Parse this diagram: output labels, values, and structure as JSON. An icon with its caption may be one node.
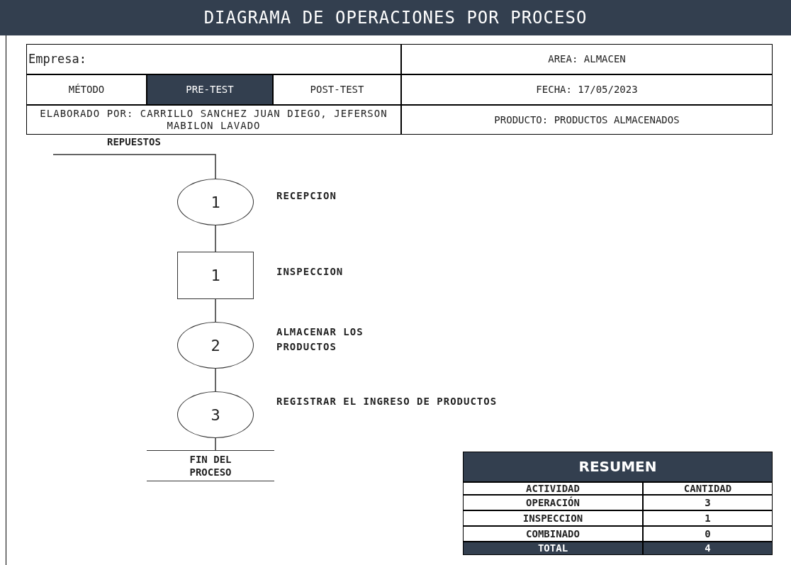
{
  "diagram": {
    "title": "DIAGRAMA DE OPERACIONES POR PROCESO",
    "nodes": [
      {
        "text": [
          "REPUESTOS"
        ]
      },
      {
        "text": [
          "1"
        ],
        "beside": [
          "RECEPCION"
        ]
      },
      {
        "text": [
          "1"
        ],
        "beside": [
          "INSPECCION"
        ]
      },
      {
        "text": [
          "2"
        ],
        "beside": [
          "ALMACENAR LOS PRODUCTOS"
        ]
      },
      {
        "text": [
          "3"
        ],
        "beside": [
          "REGISTRAR EL INGRESO DE PRODUCTOS"
        ]
      },
      {
        "text": [
          "FIN DEL PROCESO"
        ]
      }
    ],
    "edges": [
      {
        "from": 0,
        "to": 1,
        "arrow": "none"
      },
      {
        "from": 1,
        "to": 2,
        "arrow": "none"
      },
      {
        "from": 2,
        "to": 3,
        "arrow": "none"
      },
      {
        "from": 3,
        "to": 4,
        "arrow": "none"
      },
      {
        "from": 4,
        "to": 5,
        "arrow": "none"
      }
    ],
    "labels": [
      "Empresa:",
      "AREA: ALMACEN",
      "MÉTODO",
      "PRE-TEST",
      "POST-TEST",
      "FECHA: 17/05/2023",
      "ELABORADO POR: CARRILLO SANCHEZ JUAN DIEGO, JEFERSON MABILON LAVADO",
      "PRODUCTO: PRODUCTOS ALMACENADOS",
      "RESUMEN",
      "ACTIVIDAD",
      "CANTIDAD",
      "OPERACIÓN",
      "3",
      "INSPECCION",
      "1",
      "COMBINADO",
      "0",
      "TOTAL",
      "4"
    ]
  }
}
